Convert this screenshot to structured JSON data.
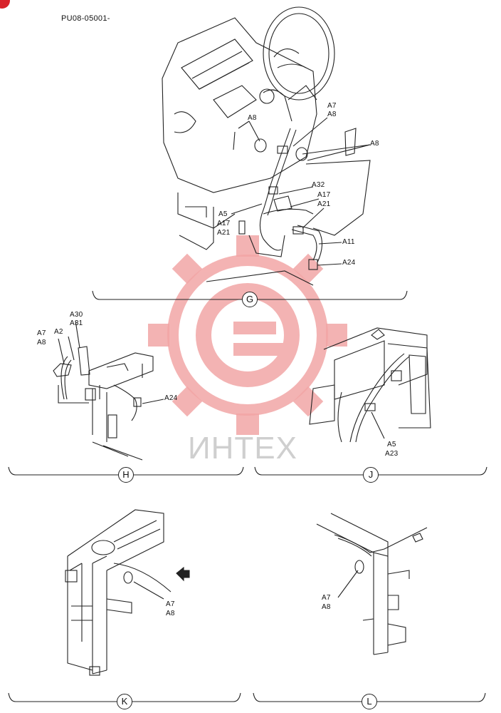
{
  "document_code": "PU08-05001-",
  "watermark_text": "ИНТЕХ",
  "colors": {
    "line": "#222222",
    "watermark_logo": "#f2a6a6",
    "watermark_text": "#cfcfcf",
    "corner_mark": "#d8222a"
  },
  "views": {
    "G": {
      "label": "G",
      "callouts": [
        "A7",
        "A8",
        "A8",
        "A8",
        "A32",
        "A17",
        "A21",
        "A5",
        "A17",
        "A21",
        "A11",
        "A24"
      ]
    },
    "H": {
      "label": "H",
      "callouts": [
        "A30",
        "A31",
        "A7",
        "A8",
        "A2",
        "A24"
      ]
    },
    "J": {
      "label": "J",
      "callouts": [
        "A5",
        "A23"
      ]
    },
    "K": {
      "label": "K",
      "callouts": [
        "A7",
        "A8"
      ]
    },
    "L": {
      "label": "L",
      "callouts": [
        "A7",
        "A8"
      ]
    }
  }
}
